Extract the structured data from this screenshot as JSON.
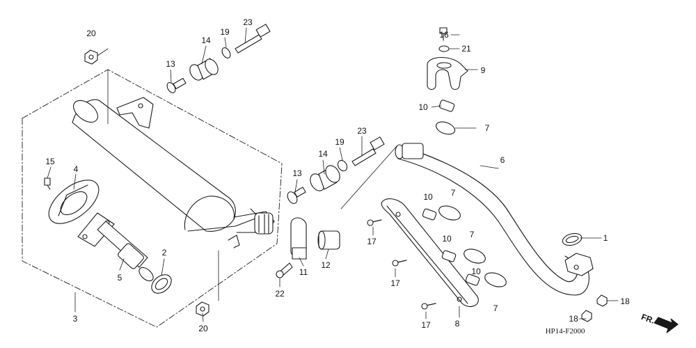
{
  "diagram": {
    "callouts": {
      "p1": "1",
      "p2": "2",
      "p3": "3",
      "p4": "4",
      "p5": "5",
      "p6": "6",
      "p7a": "7",
      "p7b": "7",
      "p7c": "7",
      "p7d": "7",
      "p8": "8",
      "p9": "9",
      "p10a": "10",
      "p10b": "10",
      "p10c": "10",
      "p10d": "10",
      "p11": "11",
      "p12": "12",
      "p13a": "13",
      "p13b": "13",
      "p14a": "14",
      "p14b": "14",
      "p15": "15",
      "p16": "16",
      "p17a": "17",
      "p17b": "17",
      "p17c": "17",
      "p18a": "18",
      "p18b": "18",
      "p19a": "19",
      "p19b": "19",
      "p20a": "20",
      "p20b": "20",
      "p21": "21",
      "p22": "22",
      "p23a": "23",
      "p23b": "23"
    },
    "figure_code": "HP14-F2000",
    "direction_label": "FR."
  }
}
